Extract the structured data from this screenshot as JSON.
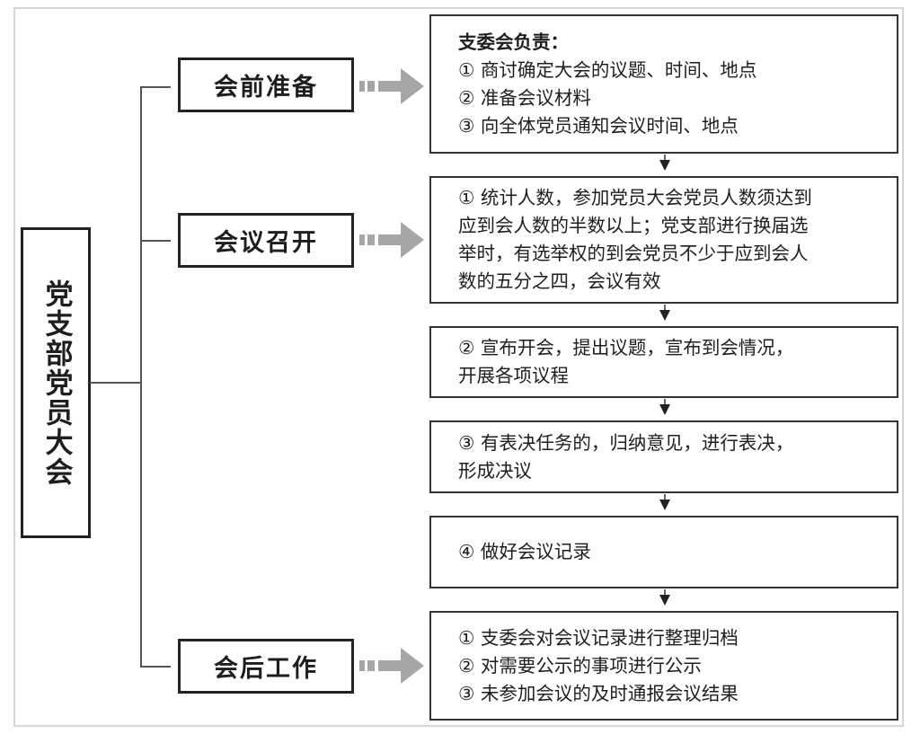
{
  "title": "党支部党员大会",
  "stages": [
    {
      "label": "会前准备",
      "box": {
        "heading": "支委会负责：",
        "lines": [
          "① 商讨确定大会的议题、时间、地点",
          "② 准备会议材料",
          "③ 向全体党员通知会议时间、地点"
        ]
      }
    },
    {
      "label": "会议召开",
      "steps": [
        {
          "lines": [
            "① 统计人数，参加党员大会党员人数须达到",
            "应到会人数的半数以上；党支部进行换届选",
            "举时，有选举权的到会党员不少于应到会人",
            "数的五分之四，会议有效"
          ]
        },
        {
          "lines": [
            "② 宣布开会，提出议题，宣布到会情况，",
            "开展各项议程"
          ]
        },
        {
          "lines": [
            "③ 有表决任务的，归纳意见，进行表决，",
            "形成决议"
          ]
        },
        {
          "lines": [
            "④ 做好会议记录"
          ]
        }
      ]
    },
    {
      "label": "会后工作",
      "box": {
        "lines": [
          "① 支委会对会议记录进行整理归档",
          "② 对需要公示的事项进行公示",
          "③ 未参加会议的及时通报会议结果"
        ]
      }
    }
  ],
  "icons": {
    "stage_arrow": "dashed-right-arrow-icon",
    "flow_arrow": "down-arrow-icon"
  },
  "colors": {
    "stroke": "#222222",
    "connector": "#555555",
    "arrow_fill": "#a6a6a6",
    "frame": "#d6d6d6"
  }
}
